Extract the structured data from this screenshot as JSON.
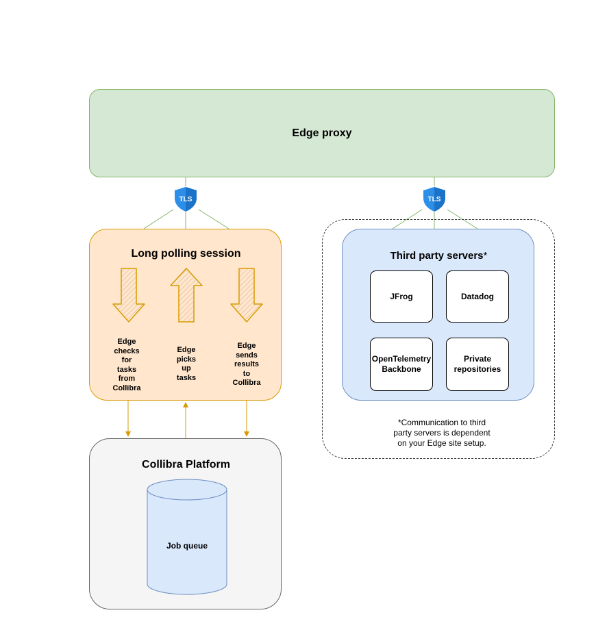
{
  "edge_proxy": {
    "label": "Edge proxy"
  },
  "tls": {
    "left_label": "TLS",
    "right_label": "TLS",
    "icon": "shield-icon"
  },
  "long_polling": {
    "title": "Long polling session",
    "arrows": [
      {
        "direction": "down",
        "label_lines": [
          "Edge",
          "checks",
          "for",
          "tasks",
          "from",
          "Collibra"
        ]
      },
      {
        "direction": "up",
        "label_lines": [
          "Edge",
          "picks",
          "up",
          "tasks"
        ]
      },
      {
        "direction": "down",
        "label_lines": [
          "Edge",
          "sends",
          "results",
          "to",
          "Collibra"
        ]
      }
    ]
  },
  "third_party": {
    "title": "Third party servers",
    "title_mark": "*",
    "servers": [
      {
        "lines": [
          "JFrog"
        ]
      },
      {
        "lines": [
          "Datadog"
        ]
      },
      {
        "lines": [
          "OpenTelemetry",
          "Backbone"
        ]
      },
      {
        "lines": [
          "Private",
          "repositories"
        ]
      }
    ],
    "note_lines": [
      "*Communication to third",
      "party servers is dependent",
      "on your Edge site setup."
    ]
  },
  "platform": {
    "title": "Collibra Platform",
    "job_queue": "Job queue"
  },
  "colors": {
    "green_fill": "#d5e8d4",
    "green_stroke": "#82b366",
    "orange_fill": "#ffe6cc",
    "orange_stroke": "#d79b00",
    "blue_fill": "#dae8fc",
    "blue_stroke": "#6c8ebf",
    "grey_fill": "#f5f5f5",
    "tls_blue": "#2d8ee8"
  }
}
